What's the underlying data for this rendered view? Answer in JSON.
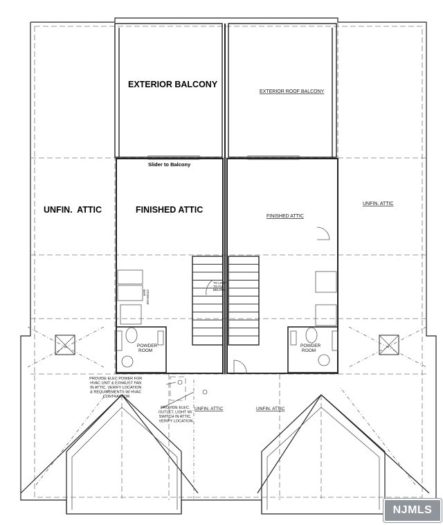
{
  "labels": {
    "exterior_balcony": "EXTERIOR BALCONY",
    "exterior_roof_balcony": "EXTERIOR ROOF BALCONY",
    "slider": "Slider to Balcony",
    "unfin_attic_left": "UNFIN.  ATTIC",
    "finished_attic_left": "FINISHED ATTIC",
    "finished_attic_right": "FINISHED ATTIC",
    "unfin_attic_right": "UNFIN. ATTIC",
    "unfin_attic_center_left": "UNFIN. ATTIC",
    "unfin_attic_center_right": "UNFIN. ATTIC",
    "powder_room": [
      "POWDER",
      "ROOM"
    ],
    "powder_room_right": [
      "POWDER",
      "ROOM"
    ],
    "hvac_note": [
      "PROVIDE ELEC POWER FOR",
      "HVAC UNIT & EXHAUST FAN",
      "IN ATTIC. VERIFY LOCATION",
      "& REQUIREMENTS W/ HVAC",
      "CONTRACTOR"
    ],
    "elec_note": [
      "PROVIDE ELEC.",
      "OUTLET, LIGHT W/",
      "SWITCH IN ATTIC.",
      "VERIFY LOCATION"
    ],
    "stair_note": [
      "TO LIGHT",
      "TO FUL",
      "BELOW"
    ],
    "vanity_note": [
      "STORAGE",
      "BAR"
    ]
  },
  "watermark": "NJMLS"
}
